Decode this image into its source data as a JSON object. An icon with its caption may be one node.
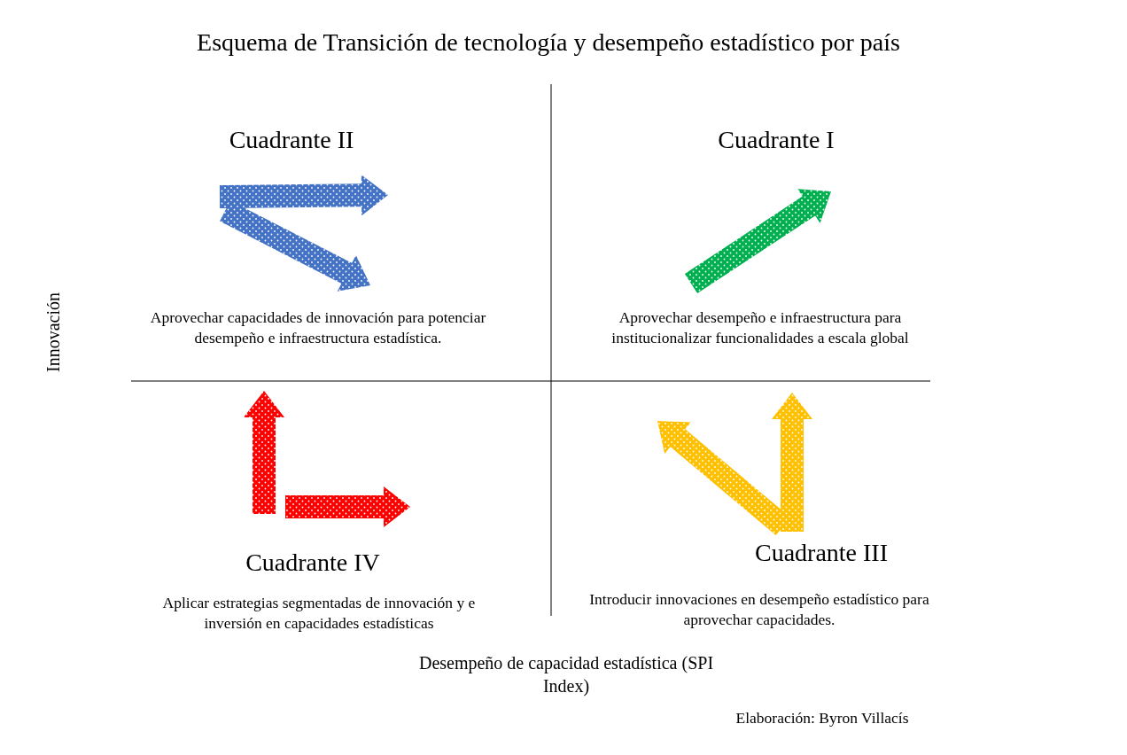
{
  "diagram": {
    "title": "Esquema de Transición de tecnología y desempeño estadístico por país",
    "labels": [
      "Cuadrante II",
      "Cuadrante I",
      "Aprovechar capacidades de innovación para potenciar desempeño e infraestructura estadística.",
      "Aprovechar desempeño e infraestructura para institucionalizar funcionalidades a escala global",
      "Innovación",
      "Cuadrante IV",
      "Cuadrante III",
      "Aplicar estrategias segmentadas de innovación y e inversión en capacidades estadísticas",
      "Introducir innovaciones en desempeño estadístico para aprovechar capacidades.",
      "Desempeño de capacidad estadística (SPI Index)",
      "Elaboración: Byron Villacís"
    ]
  }
}
